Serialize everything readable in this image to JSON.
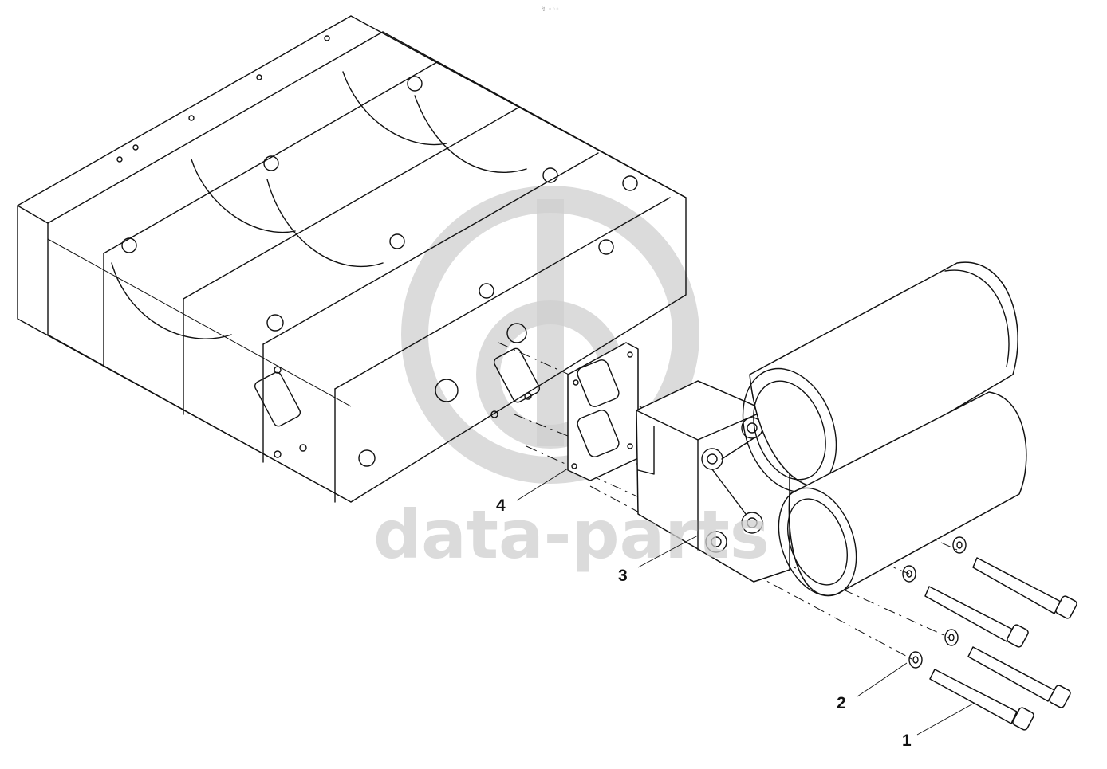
{
  "top_mark": "↯ ◦◦◦",
  "watermark": {
    "text": "data-parts"
  },
  "callouts": [
    {
      "number": "1"
    },
    {
      "number": "2"
    },
    {
      "number": "3"
    },
    {
      "number": "4"
    }
  ]
}
